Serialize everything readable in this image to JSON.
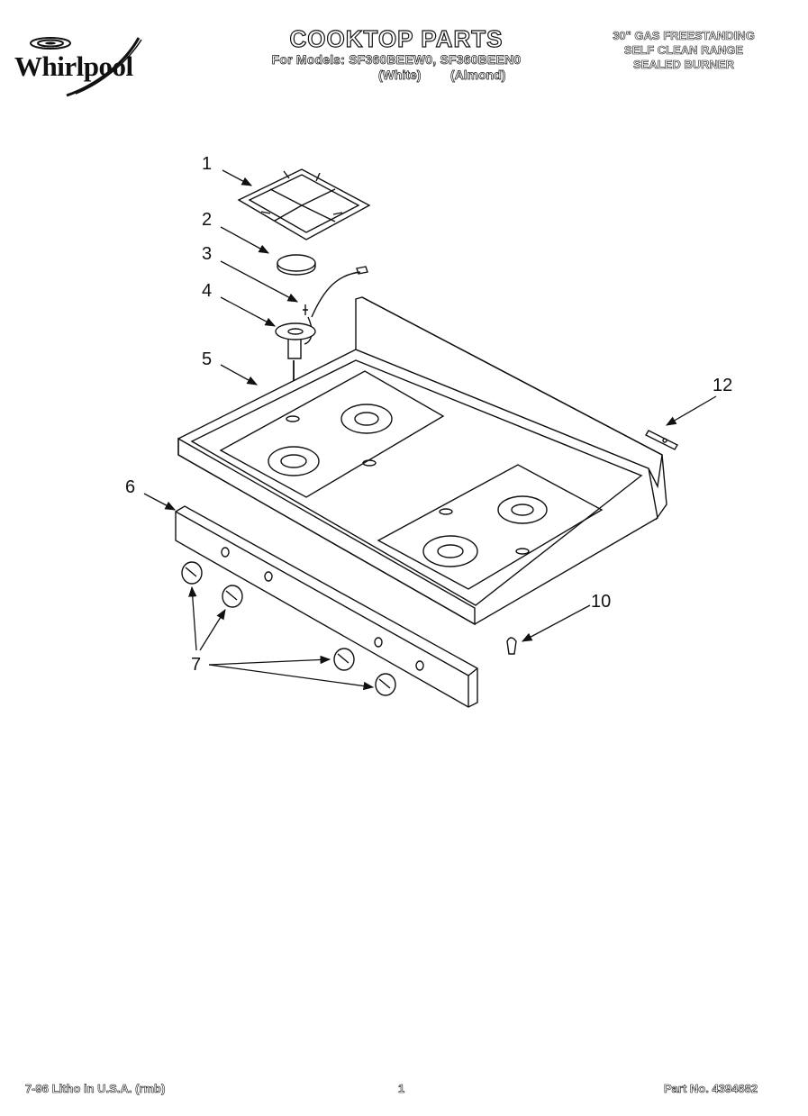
{
  "brand": {
    "name": "Whirlpool"
  },
  "header": {
    "title": "COOKTOP PARTS",
    "models_line": "For Models: SF360BEEW0, SF360BEEN0",
    "variant_white": "(White)",
    "variant_almond": "(Almond)",
    "spec_lines": [
      "30\" GAS FREESTANDING",
      "SELF CLEAN RANGE",
      "SEALED BURNER"
    ]
  },
  "callouts": [
    "1",
    "2",
    "3",
    "4",
    "5",
    "6",
    "7",
    "10",
    "12"
  ],
  "footer": {
    "left": "7-96 Litho in U.S.A. (rmb)",
    "page": "1",
    "part_no": "Part No. 4394682"
  }
}
